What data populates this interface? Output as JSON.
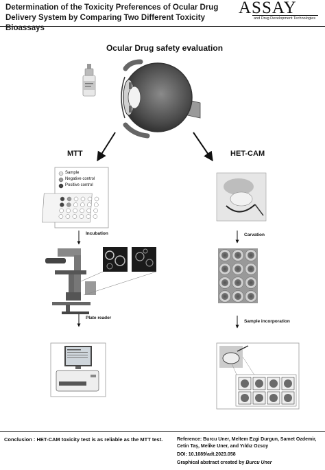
{
  "header": {
    "title": "Determination of the Toxicity Preferences of Ocular Drug Delivery System by Comparing Two Different Toxicity Bioassays",
    "journal_logo_main": "ASSAY",
    "journal_logo_sub": "and Drug Development Technologies"
  },
  "diagram": {
    "title": "Ocular Drug safety evaluation",
    "left_branch": {
      "label": "MTT",
      "legend": [
        "Sample",
        "Negative control",
        "Positive control"
      ],
      "steps": [
        "Incubation",
        "Plate reader"
      ]
    },
    "right_branch": {
      "label": "HET-CAM",
      "steps": [
        "Carvation",
        "Sample incorporation"
      ]
    }
  },
  "footer": {
    "conclusion": "Conclusion : HET-CAM toxicity test is as reliable as the MTT test.",
    "reference": "Reference: Burcu Uner, Meltem Ezgi Durgun, Samet Ozdemir, Cetin Taş, Melike Uner, and Yıldız Ozsoy",
    "doi": "DOI: 10.1089/adt.2023.058",
    "credit_prefix": "Graphical abstract created by ",
    "credit_name": "Burcu Uner"
  },
  "colors": {
    "text": "#111111",
    "frame": "#444444",
    "background": "#ffffff"
  }
}
